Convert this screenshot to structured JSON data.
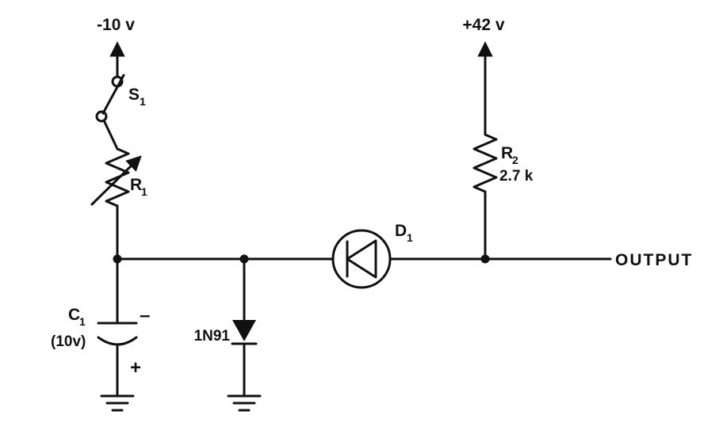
{
  "colors": {
    "ink": "#111111",
    "background": "#ffffff"
  },
  "labels": {
    "neg_supply": "-10 v",
    "pos_supply": "+42 v",
    "s1": {
      "base": "S",
      "sub": "1"
    },
    "r1": {
      "base": "R",
      "sub": "1"
    },
    "r2": {
      "base": "R",
      "sub": "2"
    },
    "r2_value": "2.7 k",
    "c1": {
      "base": "C",
      "sub": "1"
    },
    "c1_voltage": "(10v)",
    "cap_minus": "–",
    "cap_plus": "+",
    "shunt_diode": "1N91",
    "d1": {
      "base": "D",
      "sub": "1"
    },
    "output": "OUTPUT"
  }
}
